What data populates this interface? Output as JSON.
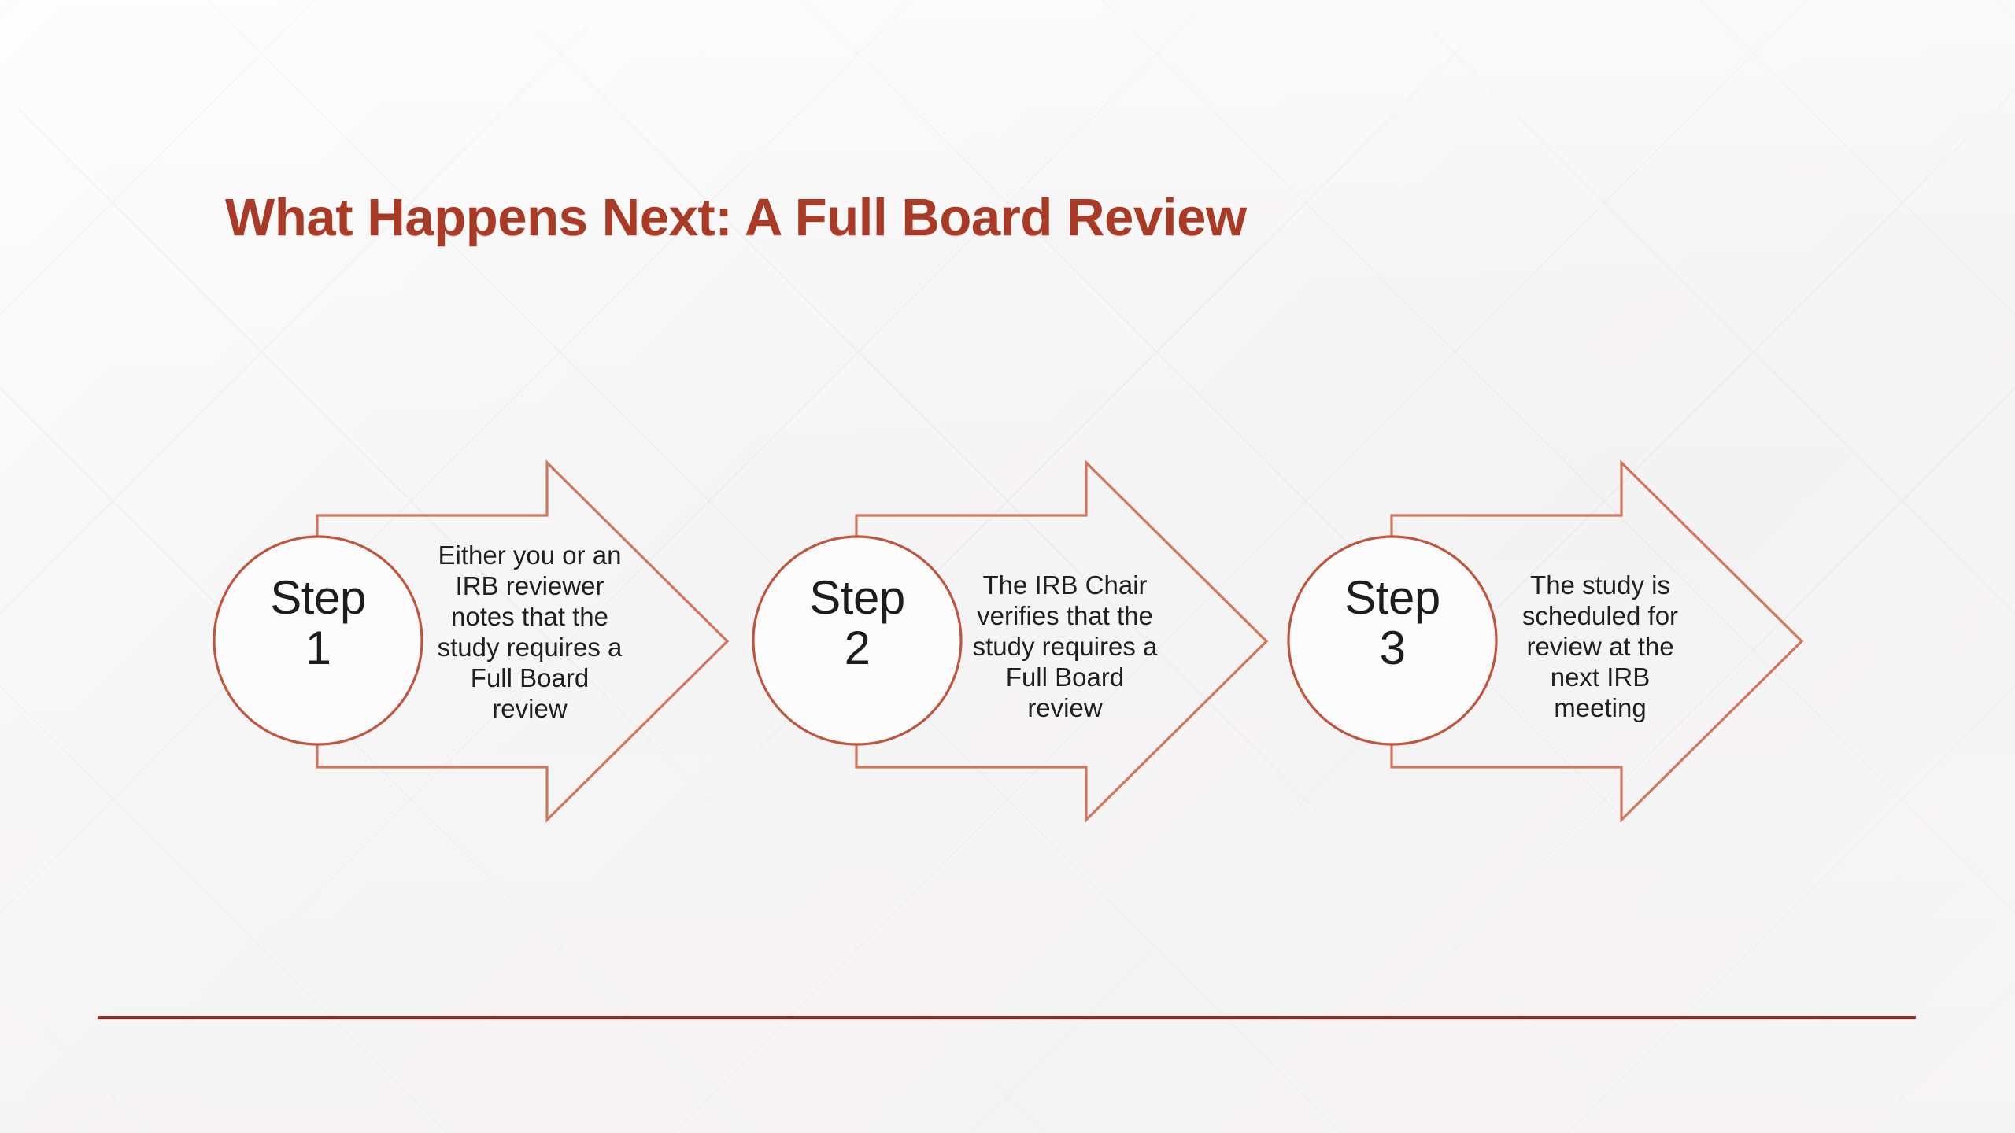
{
  "slide": {
    "title": "What Happens Next: A Full Board Review",
    "title_color": "#A93B26",
    "accent_rule_color": "#8B2E1E",
    "arrow_outline_color": "#D4745A",
    "circle_outline_color": "#C0553C",
    "background_color": "#F7F6F6"
  },
  "process": {
    "steps": [
      {
        "label_word": "Step",
        "label_number": "1",
        "description": "Either you or an IRB reviewer notes that the study requires a Full Board review"
      },
      {
        "label_word": "Step",
        "label_number": "2",
        "description": "The IRB Chair verifies that the study requires a Full Board review"
      },
      {
        "label_word": "Step",
        "label_number": "3",
        "description": "The study is scheduled for review at the next IRB meeting"
      }
    ]
  }
}
